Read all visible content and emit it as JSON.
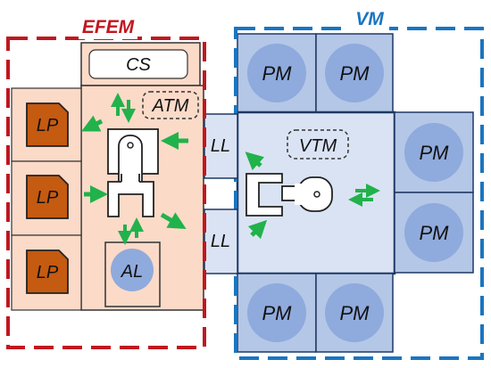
{
  "groups": {
    "efem": {
      "label": "EFEM",
      "color": "#c0171f"
    },
    "vm": {
      "label": "VM",
      "color": "#1a75c0"
    }
  },
  "efem": {
    "cs_label": "CS",
    "atm_label": "ATM",
    "lp_label": "LP",
    "al_label": "AL",
    "lp_count": 3
  },
  "load_locks": {
    "label": "LL",
    "count": 2
  },
  "vm": {
    "vtm_label": "VTM",
    "pm_label": "PM",
    "pm_count": 6
  },
  "colors": {
    "efem_fill": "#fbdac8",
    "lp_fill": "#c55a11",
    "pm_fill": "#b4c7e7",
    "pm_circle": "#8faadc",
    "vtm_fill": "#dae3f3",
    "arrow": "#21b24b"
  },
  "icons": [
    "atm-robot-icon",
    "vtm-robot-icon",
    "transfer-arrow-icon"
  ]
}
